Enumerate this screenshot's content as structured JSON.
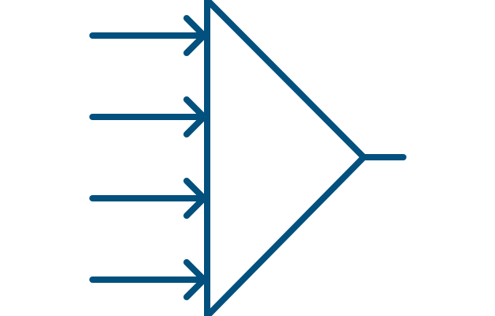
{
  "diagram": {
    "name": "multi-input-block-symbol",
    "stroke_color": "#01507d",
    "background_color": "#ffffff",
    "input_count": 4,
    "output_count": 1
  }
}
